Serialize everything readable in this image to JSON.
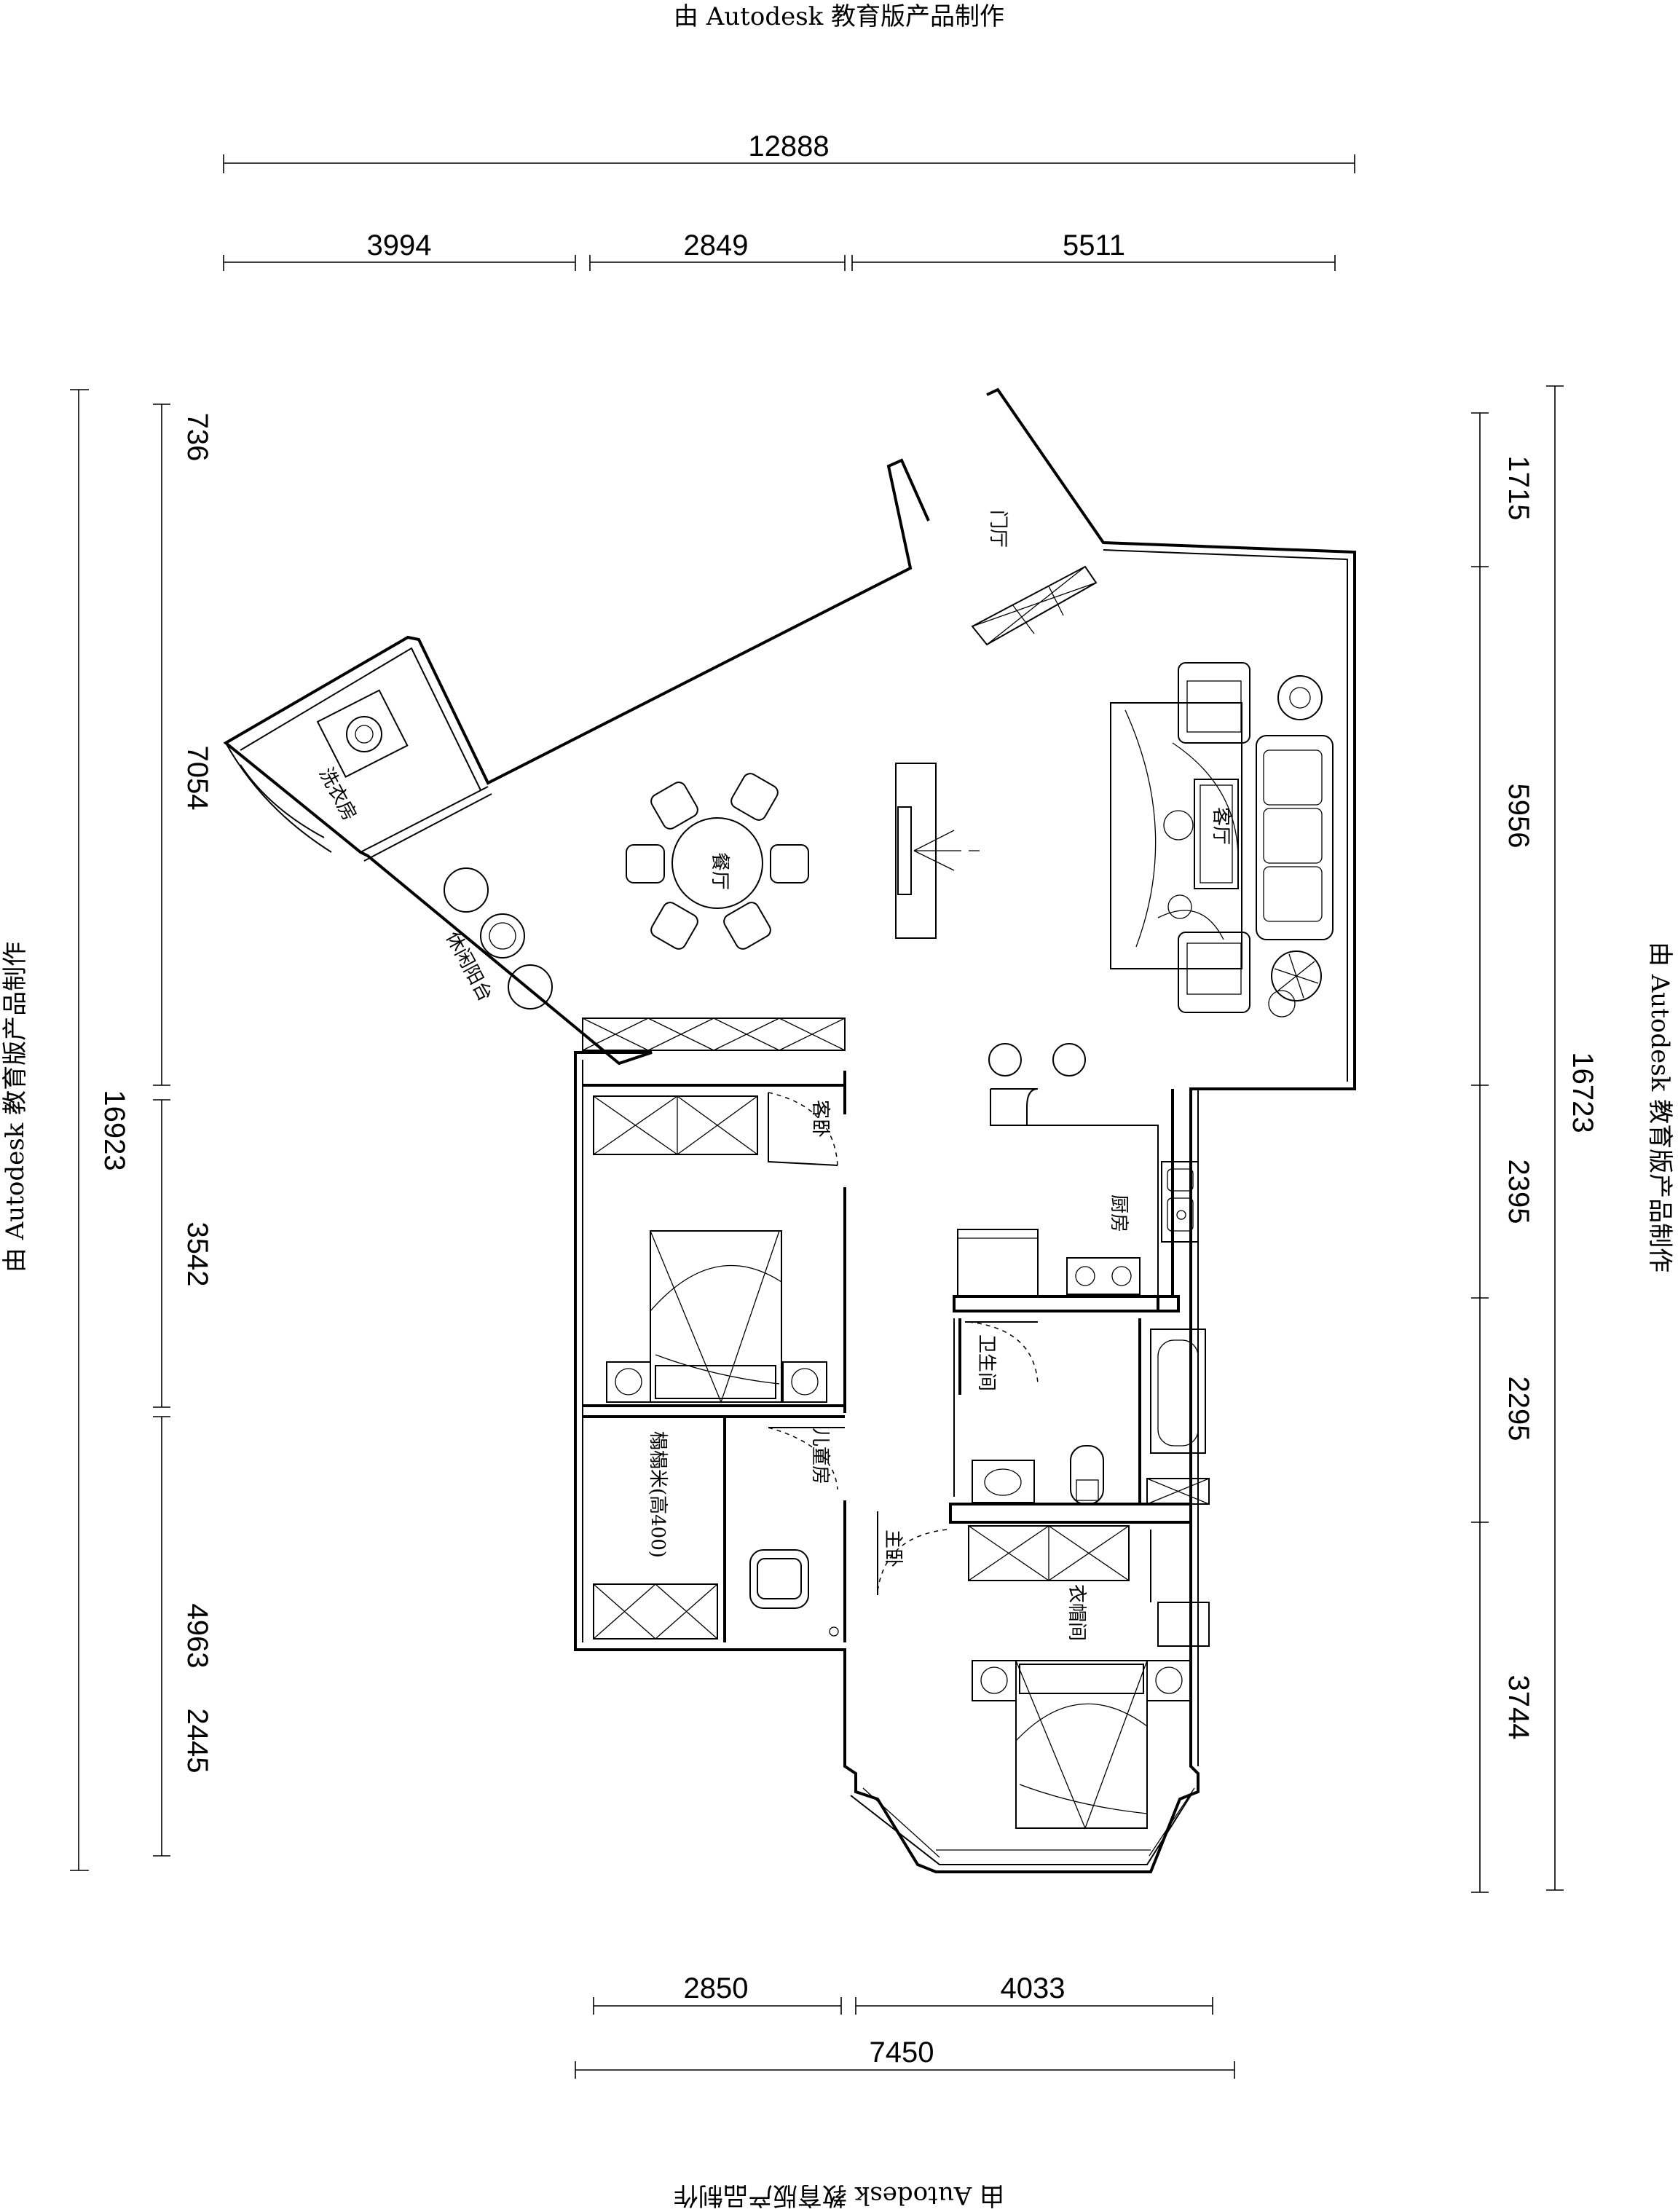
{
  "watermark": {
    "top": "由 Autodesk 教育版产品制作",
    "bottom": "由 Autodesk 教育版产品制作",
    "left": "由 Autodesk 教育版产品制作",
    "right": "由 Autodesk 教育版产品制作"
  },
  "dimensions": {
    "top_total": "12888",
    "top_segments": [
      "3994",
      "2849",
      "5511"
    ],
    "left_total": "16923",
    "left_segments": [
      "736",
      "7054",
      "3542",
      "4963",
      "2445"
    ],
    "right_total": "16723",
    "right_segments": [
      "1715",
      "5956",
      "2395",
      "2295",
      "3744"
    ],
    "bottom_segments": [
      "2850",
      "4033"
    ],
    "bottom_total": "7450"
  },
  "rooms": {
    "foyer": "门厅",
    "laundry": "洗衣房",
    "dining": "餐厅",
    "living": "客厅",
    "leisure_balcony": "休闲阳台",
    "guest_bedroom": "客卧",
    "kitchen": "厨房",
    "bathroom": "卫生间",
    "kids_room": "儿童房",
    "tatami": "榻榻米(高400)",
    "master_bedroom": "主卧",
    "walk_in_closet": "衣帽间"
  }
}
